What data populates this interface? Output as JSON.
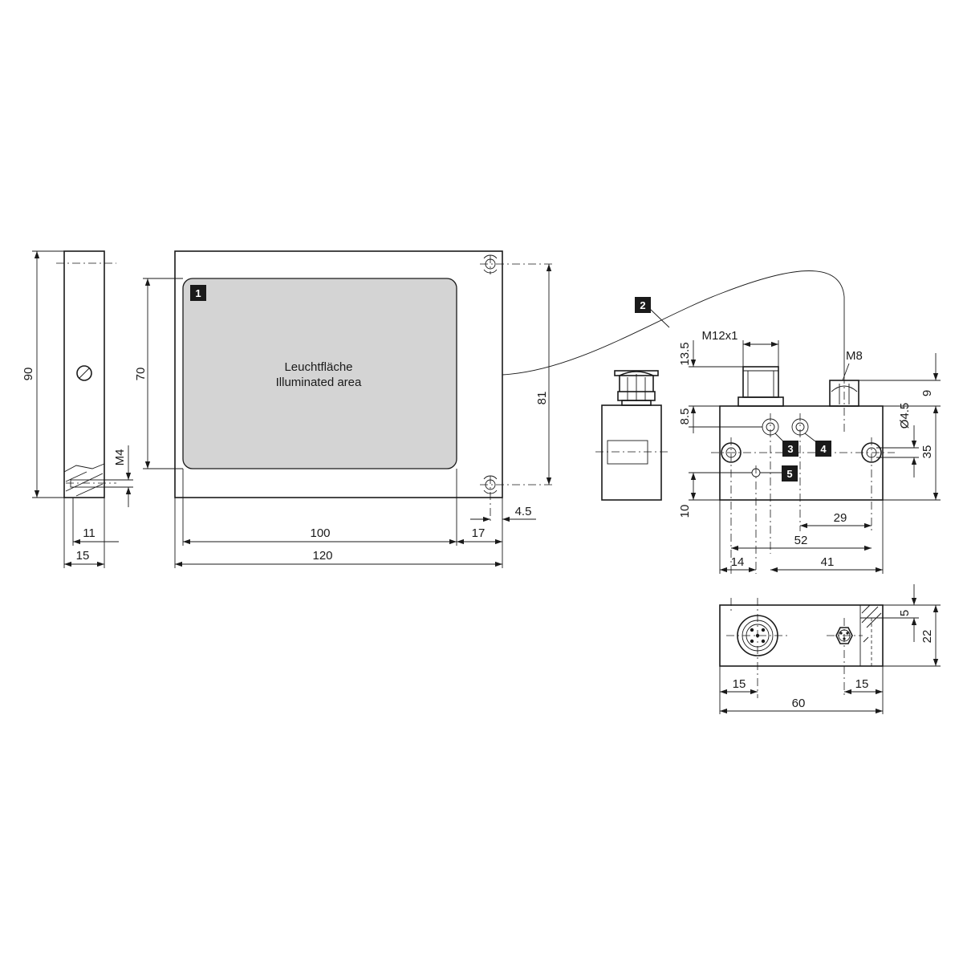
{
  "area_label": {
    "de": "Leuchtfläche",
    "en": "Illuminated area"
  },
  "callouts": [
    "1",
    "2",
    "3",
    "4",
    "5"
  ],
  "dims": {
    "side_height": "90",
    "side_thread": "M4",
    "side_11": "11",
    "side_15": "15",
    "area_height": "70",
    "front_81": "81",
    "front_100": "100",
    "front_17": "17",
    "front_4_5": "4.5",
    "front_120": "120",
    "m12": "M12x1",
    "d13_5": "13.5",
    "m8": "M8",
    "d8_5": "8.5",
    "d9": "9",
    "dia4_5": "Ø4.5",
    "d35": "35",
    "d10": "10",
    "d29": "29",
    "d52": "52",
    "d14": "14",
    "d41": "41",
    "d5": "5",
    "d22": "22",
    "b15a": "15",
    "b15b": "15",
    "d60": "60"
  }
}
